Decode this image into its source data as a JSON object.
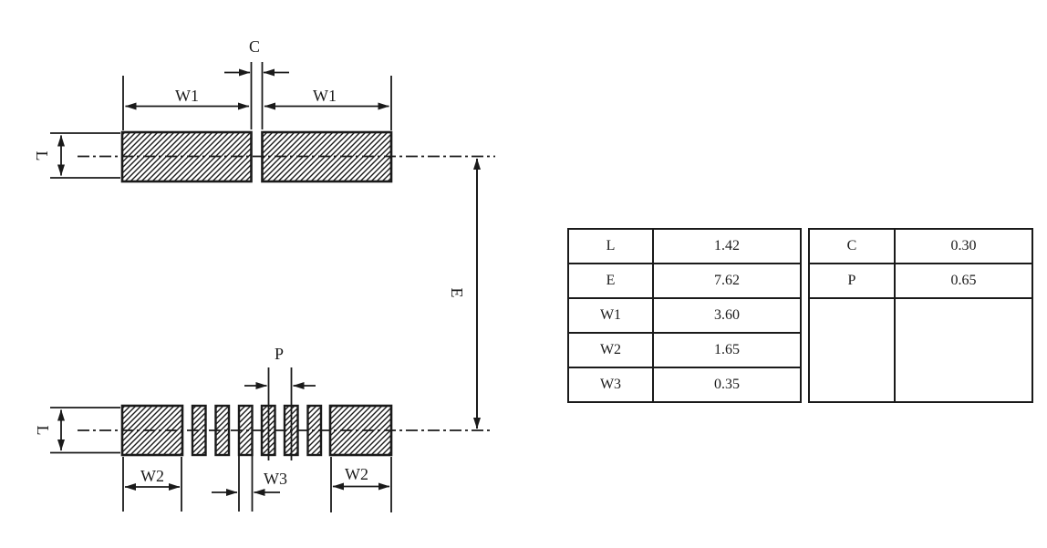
{
  "diagram": {
    "top_view": {
      "label_c": "C",
      "label_w1_left": "W1",
      "label_w1_right": "W1",
      "label_l": "L"
    },
    "spacing": {
      "label_e": "E"
    },
    "bottom_view": {
      "label_p": "P",
      "label_l": "L",
      "label_w2_left": "W2",
      "label_w3": "W3",
      "label_w2_right": "W2"
    }
  },
  "tables": {
    "left": {
      "rows": [
        {
          "param": "L",
          "value": "1.42"
        },
        {
          "param": "E",
          "value": "7.62"
        },
        {
          "param": "W1",
          "value": "3.60"
        },
        {
          "param": "W2",
          "value": "1.65"
        },
        {
          "param": "W3",
          "value": "0.35"
        }
      ]
    },
    "right": {
      "rows": [
        {
          "param": "C",
          "value": "0.30"
        },
        {
          "param": "P",
          "value": "0.65"
        },
        {
          "param": "",
          "value": ""
        }
      ]
    }
  },
  "colors": {
    "line": "#1a1a1a",
    "background": "#ffffff",
    "text": "#1a1a1a"
  }
}
